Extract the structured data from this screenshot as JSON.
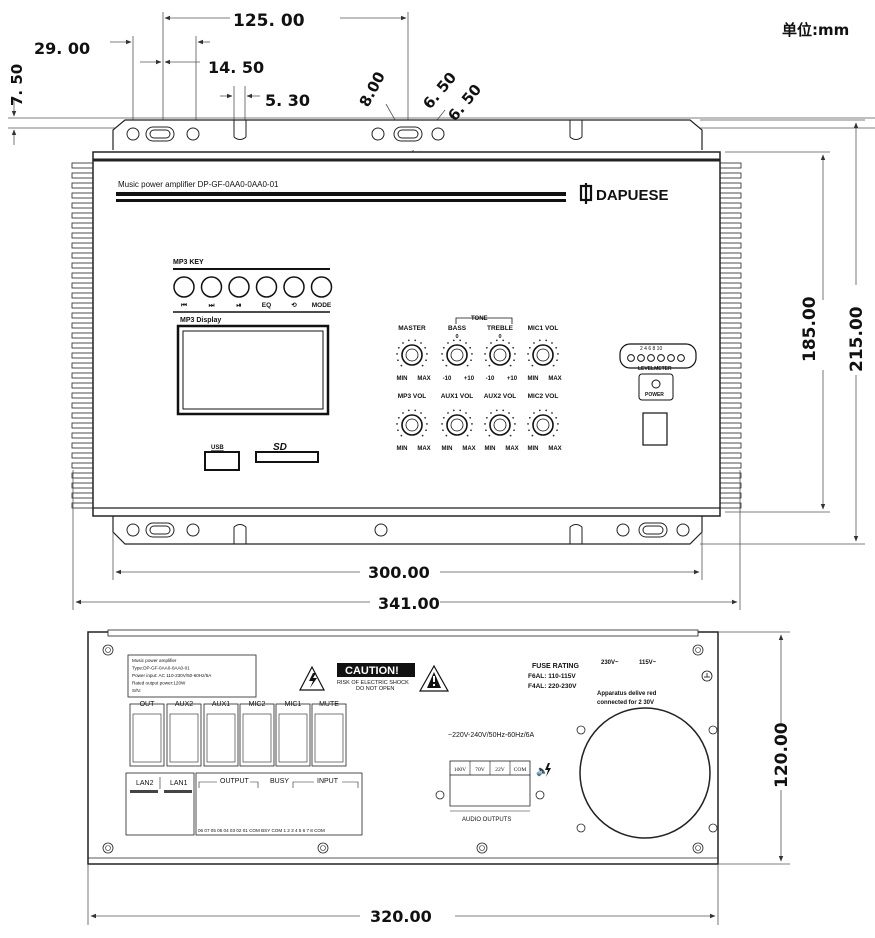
{
  "unit_label": "单位:mm",
  "dims": {
    "d125": "125. 00",
    "d29": "29. 00",
    "d14": "14. 50",
    "d7": "7. 50",
    "d5": "5. 30",
    "d8": "8.00",
    "d65a": "6. 50",
    "d65b": "6. 50",
    "d185": "185.00",
    "d215": "215.00",
    "d300": "300.00",
    "d341": "341.00",
    "d120": "120.00",
    "d320": "320.00"
  },
  "front": {
    "model": "Music power amplifier  DP-GF-0AA0-0AA0-01",
    "brand": "DAPUESE",
    "mp3_key_label": "MP3 KEY",
    "mp3_buttons": [
      "⏮",
      "⏭",
      "⏯",
      "EQ",
      "⟲",
      "MODE"
    ],
    "mp3_display_label": "MP3  Display",
    "usb_label": "USB",
    "sd_label": "SD",
    "tone_label": "TONE",
    "knobs_row1": [
      {
        "name": "MASTER",
        "zero": "",
        "left": "MIN",
        "right": "MAX"
      },
      {
        "name": "BASS",
        "zero": "0",
        "left": "-10",
        "right": "+10"
      },
      {
        "name": "TREBLE",
        "zero": "0",
        "left": "-10",
        "right": "+10"
      },
      {
        "name": "MIC1 VOL",
        "zero": "",
        "left": "MIN",
        "right": "MAX"
      }
    ],
    "knobs_row2": [
      {
        "name": "MP3 VOL",
        "left": "MIN",
        "right": "MAX"
      },
      {
        "name": "AUX1 VOL",
        "left": "MIN",
        "right": "MAX"
      },
      {
        "name": "AUX2 VOL",
        "left": "MIN",
        "right": "MAX"
      },
      {
        "name": "MIC2 VOL",
        "left": "MIN",
        "right": "MAX"
      }
    ],
    "level_scale": "2 4 6 8 10",
    "level_label": "LEVELMETER",
    "power_label": "POWER"
  },
  "rear": {
    "label_lines": [
      "Music power amplifier",
      "Type:DP-GF-0AA0-0AA0-01",
      "Power input: AC 110-230V/50-60Hz/5A",
      "Rated output power:120W",
      "S/N:"
    ],
    "caution": "CAUTION!",
    "caution_sub1": "RISK OF ELECTRIC SHOCK",
    "caution_sub2": "DO NOT OPEN",
    "fuse_title": "FUSE  RATING",
    "fuse1": "F6AL:  110-115V",
    "fuse2": "F4AL:  220-230V",
    "volt1": "230V~",
    "volt2": "115V~",
    "apparatus1": "Apparatus delive    red",
    "apparatus2": "connected for 2    30V",
    "inputs": [
      "OUT",
      "AUX2",
      "AUX1",
      "MIC2",
      "MIC1",
      "MUTE"
    ],
    "lan2": "LAN2",
    "lan1": "LAN1",
    "output_label": "OUTPUT",
    "busy_label": "BUSY",
    "input_label": "INPUT",
    "terminal_row": "06 07 05 05 04 03 02 01 COM BSY COM   1  2  3  4  5  6  7  8 COM",
    "power_spec": "~220V-240V/50Hz-60Hz/6A",
    "audio_taps": [
      "100V",
      "70V",
      "22V",
      "COM"
    ],
    "audio_outputs": "AUDIO OUTPUTS"
  }
}
